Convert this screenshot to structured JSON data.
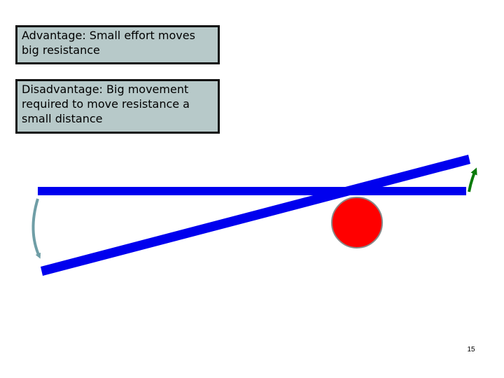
{
  "advantage": {
    "text": "Advantage: Small effort moves big resistance"
  },
  "disadvantage": {
    "text": "Disadvantage: Big movement required to move resistance a small distance"
  },
  "page_number": "15",
  "colors": {
    "textbox_fill": "#b7c9c9",
    "lever": "#0000ee",
    "fulcrum": "#ff0000",
    "effort_arrow": "#6f9ea6",
    "resistance_arrow": "#0a7a0a"
  }
}
